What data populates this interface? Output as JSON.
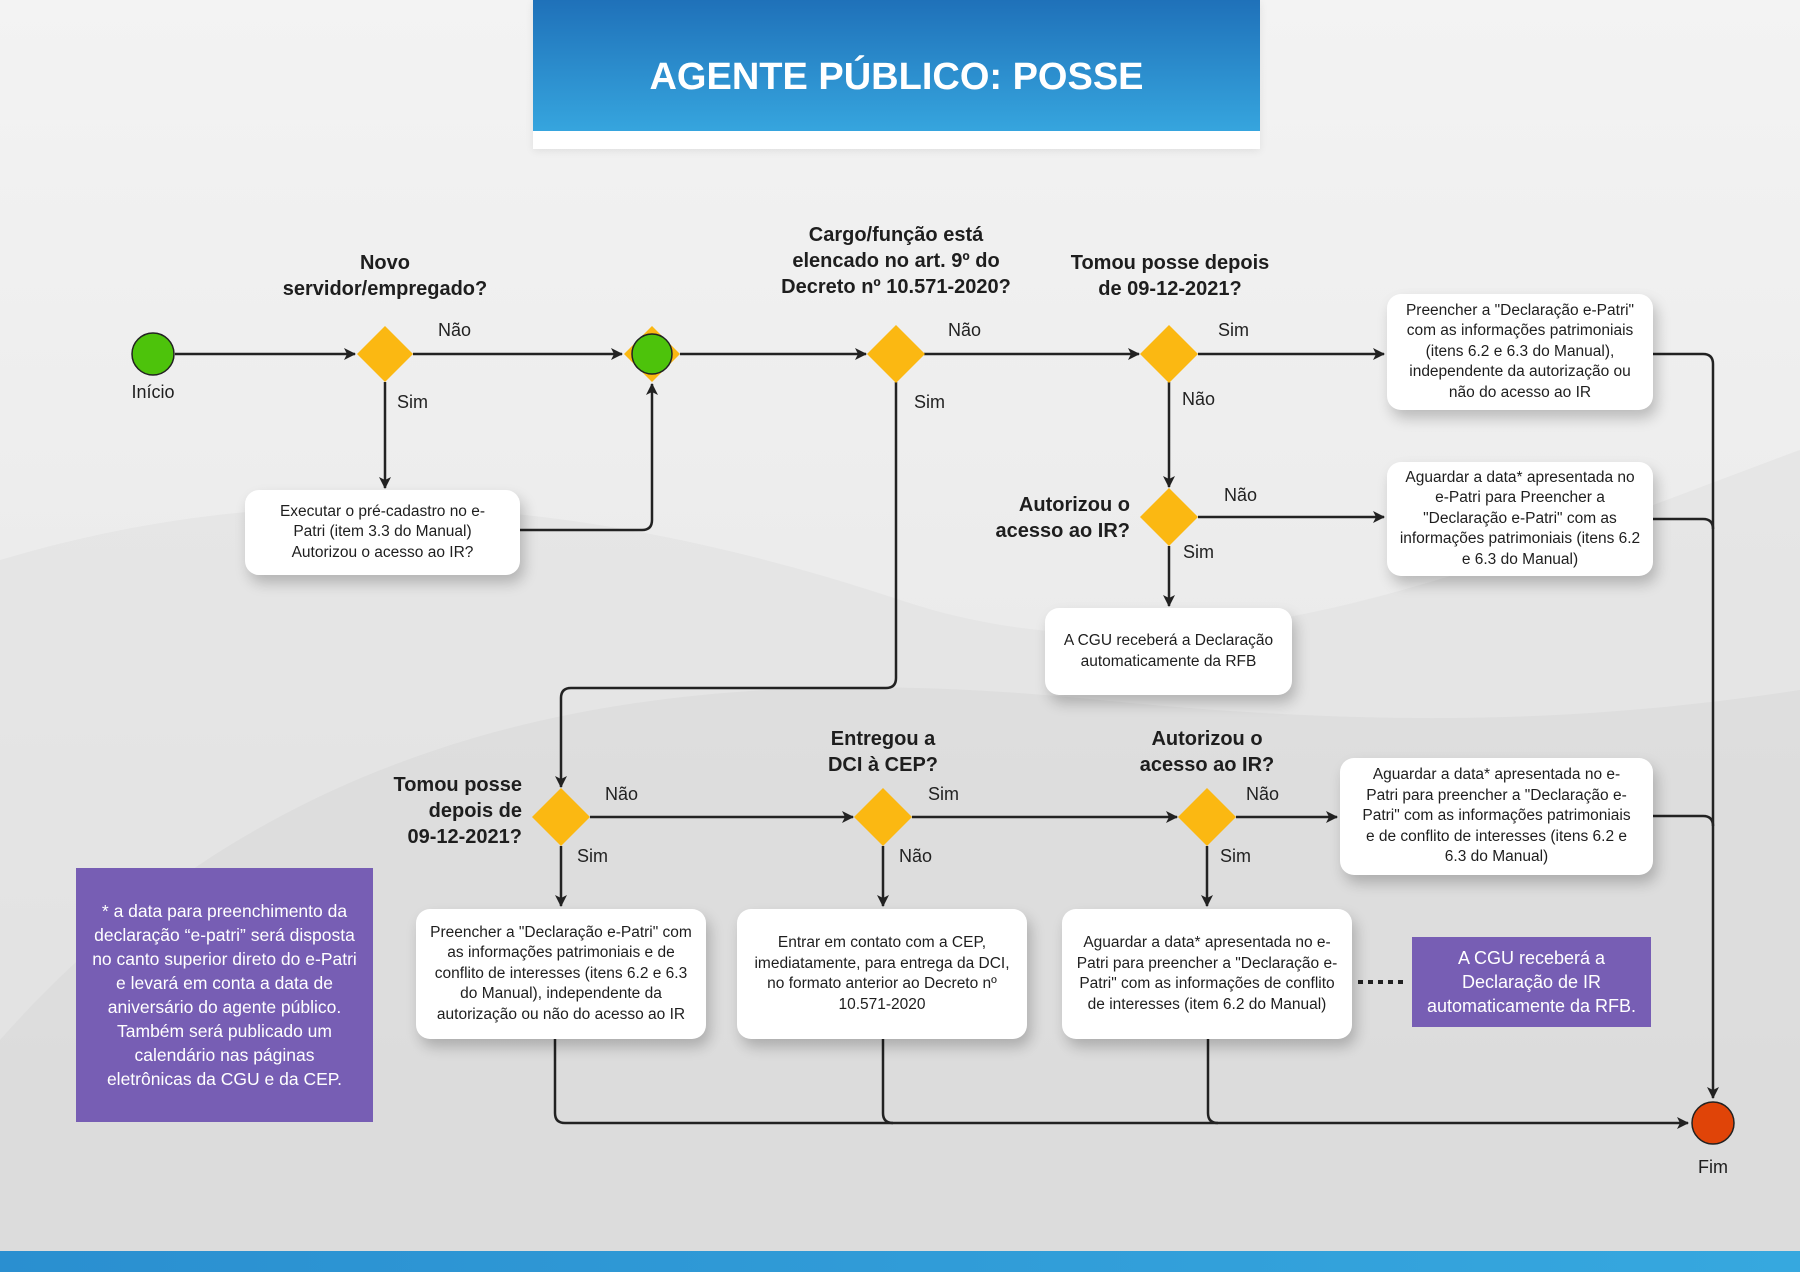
{
  "header": {
    "title": "AGENTE PÚBLICO: POSSE"
  },
  "colors": {
    "decision": "#fbb812",
    "start": "#4dc30b",
    "end": "#e04408",
    "note": "#775eb4",
    "header_top": "#1f71b9",
    "header_bottom": "#36a5de"
  },
  "nodes": {
    "start": {
      "label": "Início"
    },
    "end": {
      "label": "Fim"
    }
  },
  "decisions": {
    "novo_servidor": {
      "question": "Novo servidor/empregado?",
      "lines": [
        "Novo",
        "servidor/empregado?"
      ],
      "no": "Não",
      "yes": "Sim"
    },
    "cargo_funcao": {
      "lines": [
        "Cargo/função está",
        "elencado no art. 9º do",
        "Decreto nº 10.571-2020?"
      ],
      "no": "Não",
      "yes": "Sim"
    },
    "posse_depois_top": {
      "lines": [
        "Tomou posse depois",
        "de 09-12-2021?"
      ],
      "yes": "Sim",
      "no": "Não"
    },
    "autorizou_top": {
      "lines": [
        "Autorizou o",
        "acesso ao IR?"
      ],
      "no": "Não",
      "yes": "Sim"
    },
    "posse_depois_bottom": {
      "lines": [
        "Tomou posse",
        "depois de",
        "09-12-2021?"
      ],
      "no": "Não",
      "yes": "Sim"
    },
    "entregou_dci": {
      "lines": [
        "Entregou a",
        "DCI à CEP?"
      ],
      "yes": "Sim",
      "no": "Não"
    },
    "autorizou_bottom": {
      "lines": [
        "Autorizou o",
        "acesso ao IR?"
      ],
      "no": "Não",
      "yes": "Sim"
    }
  },
  "boxes": {
    "pre_cadastro": "Executar o pré-cadastro no e-Patri (item 3.3 do Manual) Autorizou o acesso ao IR?",
    "preencher_top": "Preencher a \"Declaração e-Patri\" com as informações patrimoniais (itens 6.2 e 6.3 do Manual), independente da autorização ou não do acesso ao IR",
    "aguardar_top": "Aguardar a data* apresentada no e-Patri para Preencher a \"Declaração e-Patri\" com as informações patrimoniais (itens 6.2 e 6.3 do Manual)",
    "cgu_recebera": "A CGU receberá a Declaração automaticamente da RFB",
    "aguardar_right": "Aguardar a data* apresentada no e-Patri para preencher a \"Declaração e-Patri\" com as informações patrimoniais e de conflito de interesses (itens 6.2 e 6.3 do Manual)",
    "preencher_bottom": "Preencher a \"Declaração e-Patri\" com as informações patrimoniais e de conflito de interesses (itens 6.2 e 6.3 do Manual), independente da autorização ou não do acesso ao IR",
    "entrar_contato": "Entrar em contato com a CEP, imediatamente, para entrega da DCI, no formato anterior ao Decreto nº 10.571-2020",
    "aguardar_bottom": "Aguardar a data* apresentada no e-Patri para preencher a \"Declaração e-Patri\" com as informações de conflito de interesses (item 6.2 do Manual)"
  },
  "notes": {
    "footnote": "* a data para preenchimento da declaração “e-patri” será disposta no canto superior direto do e-Patri e levará em conta a data de aniversário do agente público. Também será publicado um calendário nas páginas eletrônicas da CGU e da CEP.",
    "cgu_ir": "A CGU receberá a Declaração de IR automaticamente da RFB."
  }
}
